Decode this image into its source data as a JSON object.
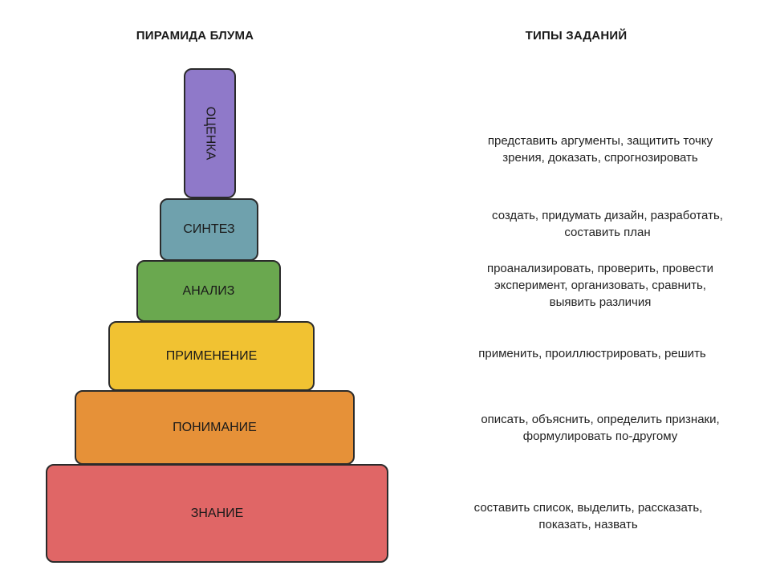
{
  "headings": {
    "left": "ПИРАМИДА БЛУМА",
    "right": "ТИПЫ ЗАДАНИЙ"
  },
  "levels": [
    {
      "label": "ОЦЕНКА",
      "color": "#8f79c9",
      "vertical": true,
      "tasks": [
        "представить аргументы, защитить точку",
        "зрения, доказать, спрогнозировать"
      ]
    },
    {
      "label": "СИНТЕЗ",
      "color": "#6fa1ad",
      "tasks": [
        "создать, придумать дизайн, разработать,",
        "составить план"
      ]
    },
    {
      "label": "АНАЛИЗ",
      "color": "#6aa84f",
      "tasks": [
        "проанализировать, проверить, провести",
        "эксперимент, организовать, сравнить,",
        "выявить различия"
      ]
    },
    {
      "label": "ПРИМЕНЕНИЕ",
      "color": "#f1c232",
      "tasks": [
        "применить, проиллюстрировать, решить"
      ]
    },
    {
      "label": "ПОНИМАНИЕ",
      "color": "#e69138",
      "tasks": [
        "описать, объяснить, определить признаки,",
        "формулировать по-другому"
      ]
    },
    {
      "label": "ЗНАНИЕ",
      "color": "#e06666",
      "tasks": [
        "составить список, выделить, рассказать,",
        "показать, назвать"
      ]
    }
  ]
}
